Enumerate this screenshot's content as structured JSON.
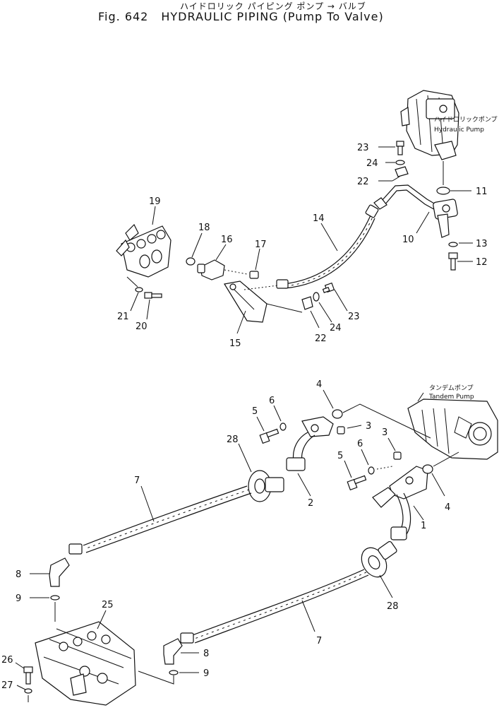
{
  "header": {
    "jp_title": "ハイドロリック パイピング ポンプ → バルブ",
    "fig_label": "Fig. 642",
    "fig_title": "HYDRAULIC PIPING (Pump To Valve)"
  },
  "components": {
    "hydraulic_pump": {
      "jp": "ハイドロリックポンプ",
      "en": "Hydraulic Pump"
    },
    "tandem_pump": {
      "jp": "タンデムポンプ",
      "en": "Tandem Pump"
    }
  },
  "callouts": {
    "c23a": "23",
    "c24a": "24",
    "c22a": "22",
    "c11": "11",
    "c10": "10",
    "c13": "13",
    "c12": "12",
    "c19": "19",
    "c18": "18",
    "c16": "16",
    "c17": "17",
    "c14": "14",
    "c21": "21",
    "c20": "20",
    "c15": "15",
    "c22b": "22",
    "c24b": "24",
    "c23b": "23",
    "c4a": "4",
    "c6a": "6",
    "c5a": "5",
    "c3a": "3",
    "c3b": "3",
    "c28a": "28",
    "c7a": "7",
    "c2": "2",
    "c5b": "5",
    "c6b": "6",
    "c1": "1",
    "c4b": "4",
    "c8a": "8",
    "c9a": "9",
    "c25": "25",
    "c28b": "28",
    "c7b": "7",
    "c26": "26",
    "c27": "27",
    "c8b": "8",
    "c9b": "9"
  }
}
